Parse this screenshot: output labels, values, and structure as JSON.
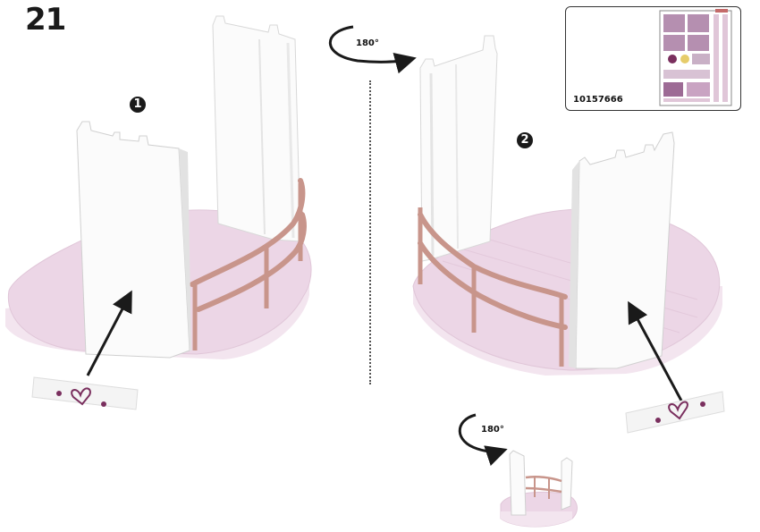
{
  "step": {
    "number": "21"
  },
  "callouts": [
    {
      "label": "1"
    },
    {
      "label": "2"
    }
  ],
  "rotations": [
    {
      "label": "180°"
    },
    {
      "label": "180°"
    }
  ],
  "sticker_sheet": {
    "code": "10157666"
  },
  "colors": {
    "floor_pink": "#ecd6e6",
    "floor_edge": "#f3e5ef",
    "wall_white": "#fbfbfb",
    "wall_shadow": "#e2e2e2",
    "rail_brown": "#c8958b",
    "heart_purple": "#7a2f5e",
    "arrow": "#1a1a1a"
  }
}
